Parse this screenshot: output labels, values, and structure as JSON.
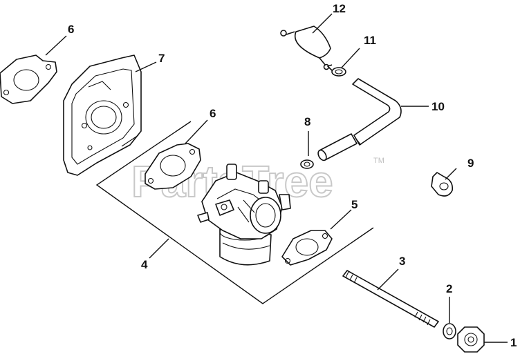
{
  "watermark": {
    "text": "PartsTree",
    "trademark": "TM"
  },
  "callouts": [
    {
      "id": "c6a",
      "number": "6"
    },
    {
      "id": "c7",
      "number": "7"
    },
    {
      "id": "c6b",
      "number": "6"
    },
    {
      "id": "c4",
      "number": "4"
    },
    {
      "id": "c12",
      "number": "12"
    },
    {
      "id": "c11",
      "number": "11"
    },
    {
      "id": "c10",
      "number": "10"
    },
    {
      "id": "c8",
      "number": "8"
    },
    {
      "id": "c9",
      "number": "9"
    },
    {
      "id": "c5",
      "number": "5"
    },
    {
      "id": "c3",
      "number": "3"
    },
    {
      "id": "c2",
      "number": "2"
    },
    {
      "id": "c1",
      "number": "1"
    }
  ]
}
